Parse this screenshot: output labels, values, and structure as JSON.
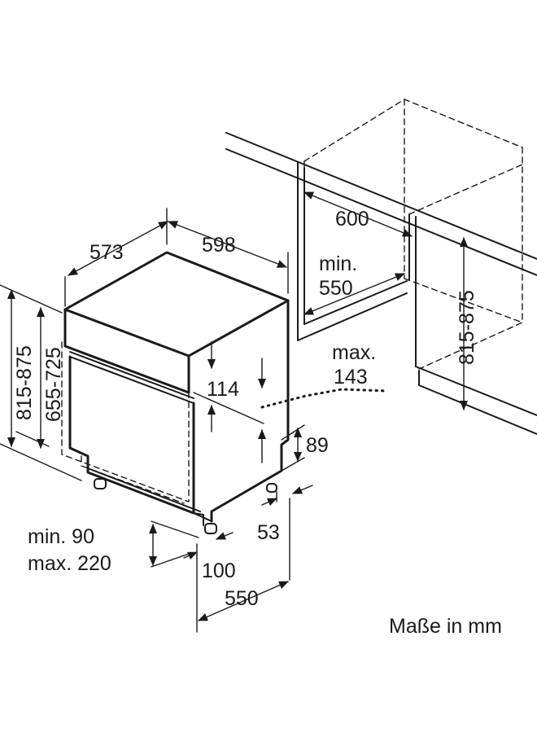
{
  "labels": {
    "depth_573": "573",
    "width_598": "598",
    "niche_width_600": "600",
    "niche_depth_min": "min.",
    "niche_depth_550": "550",
    "niche_height_range": "815-875",
    "height_range_left": "815-875",
    "height_range_inner": "655-725",
    "panel_114": "114",
    "panel_max": "max.",
    "panel_143": "143",
    "plinth_89": "89",
    "foot_53": "53",
    "plinth_min": "min. 90",
    "plinth_max": "max. 220",
    "foot_100": "100",
    "base_550": "550",
    "units_note": "Maße in mm"
  }
}
